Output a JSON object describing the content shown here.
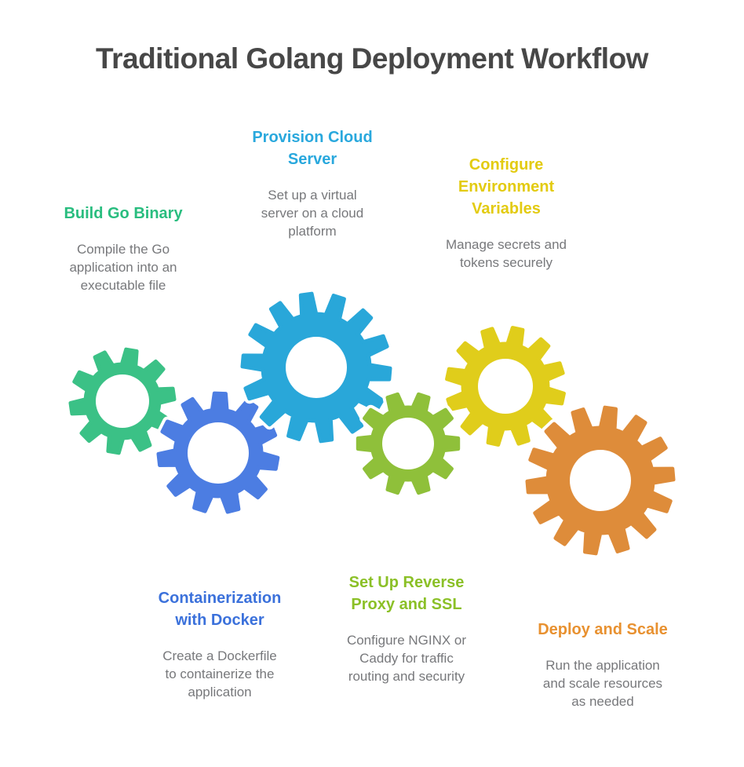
{
  "title": "Traditional Golang Deployment Workflow",
  "colors": {
    "title": "#474747",
    "body_text": "#77787B",
    "background": "#FFFFFF",
    "gear_outline": "#FFFFFF"
  },
  "steps": [
    {
      "name": "build-go-binary",
      "title": "Build Go Binary",
      "description": "Compile the Go\napplication into an\nexecutable file",
      "title_color": "#29BD7F",
      "gear_color": "#3BC186"
    },
    {
      "name": "provision-cloud-server",
      "title": "Provision Cloud\nServer",
      "description": "Set up a virtual\nserver on a cloud\nplatform",
      "title_color": "#29A8DD",
      "gear_color": "#29A7D9"
    },
    {
      "name": "configure-environment-variables",
      "title": "Configure\nEnvironment\nVariables",
      "description": "Manage secrets and\ntokens securely",
      "title_color": "#E3CB11",
      "gear_color": "#E0CD1B"
    },
    {
      "name": "containerization-with-docker",
      "title": "Containerization\nwith Docker",
      "description": "Create a Dockerfile\nto containerize the\napplication",
      "title_color": "#3B71DB",
      "gear_color": "#4C7DE2"
    },
    {
      "name": "set-up-reverse-proxy-and-ssl",
      "title": "Set Up Reverse\nProxy and SSL",
      "description": "Configure NGINX or\nCaddy for traffic\nrouting and security",
      "title_color": "#8BC027",
      "gear_color": "#8FC03A"
    },
    {
      "name": "deploy-and-scale",
      "title": "Deploy and Scale",
      "description": "Run the application\nand scale resources\nas needed",
      "title_color": "#E89130",
      "gear_color": "#DE8C3A"
    }
  ]
}
